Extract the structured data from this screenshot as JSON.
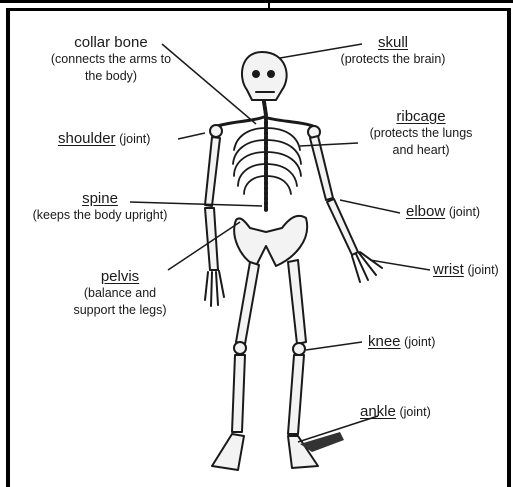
{
  "labels": {
    "collar_bone": {
      "name": "collar bone",
      "desc_1": "(connects the arms to",
      "desc_2": "the body)"
    },
    "skull": {
      "name": "skull",
      "desc": "(protects the brain)"
    },
    "ribcage": {
      "name": "ribcage",
      "desc_1": "(protects the lungs",
      "desc_2": "and heart)"
    },
    "shoulder": {
      "name": "shoulder",
      "note": "(joint)"
    },
    "spine": {
      "name": "spine",
      "desc": "(keeps the body upright)"
    },
    "elbow": {
      "name": "elbow",
      "note": "(joint)"
    },
    "wrist": {
      "name": "wrist",
      "note": "(joint)"
    },
    "pelvis": {
      "name": "pelvis",
      "desc_1": "(balance and",
      "desc_2": "support the legs)"
    },
    "knee": {
      "name": "knee",
      "note": "(joint)"
    },
    "ankle": {
      "name": "ankle",
      "note": "(joint)"
    }
  }
}
